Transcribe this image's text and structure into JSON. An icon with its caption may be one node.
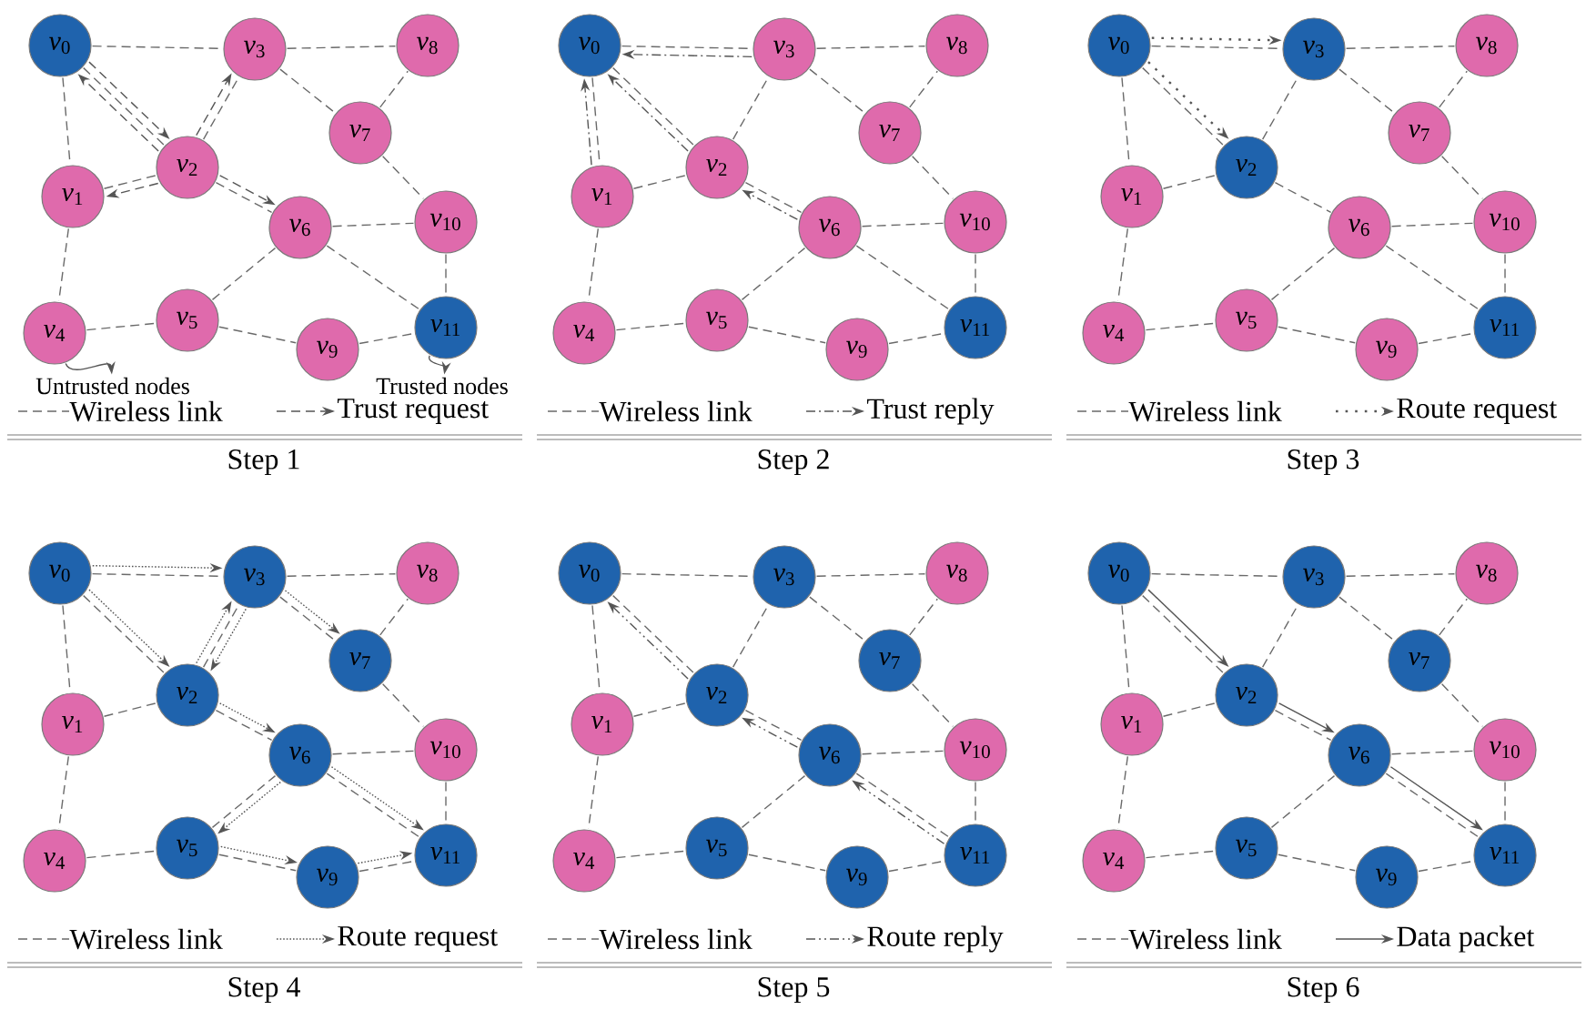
{
  "diagram": {
    "nodes": [
      {
        "text": [
          "*v*$_{0}$"
        ]
      },
      {
        "text": [
          "*v*$_{1}$"
        ]
      },
      {
        "text": [
          "*v*$_{2}$"
        ]
      },
      {
        "text": [
          "*v*$_{3}$"
        ]
      },
      {
        "text": [
          "*v*$_{4}$"
        ]
      },
      {
        "text": [
          "*v*$_{5}$"
        ]
      },
      {
        "text": [
          "*v*$_{6}$"
        ]
      },
      {
        "text": [
          "*v*$_{7}$"
        ]
      },
      {
        "text": [
          "*v*$_{8}$"
        ]
      },
      {
        "text": [
          "*v*$_{9}$"
        ]
      },
      {
        "text": [
          "*v*$_{10}$"
        ]
      },
      {
        "text": [
          "*v*$_{11}$"
        ]
      },
      {
        "text": [
          "*v*$_{0}$"
        ]
      },
      {
        "text": [
          "*v*$_{1}$"
        ]
      },
      {
        "text": [
          "*v*$_{2}$"
        ]
      },
      {
        "text": [
          "*v*$_{3}$"
        ]
      },
      {
        "text": [
          "*v*$_{4}$"
        ]
      },
      {
        "text": [
          "*v*$_{5}$"
        ]
      },
      {
        "text": [
          "*v*$_{6}$"
        ]
      },
      {
        "text": [
          "*v*$_{7}$"
        ]
      },
      {
        "text": [
          "*v*$_{8}$"
        ]
      },
      {
        "text": [
          "*v*$_{9}$"
        ]
      },
      {
        "text": [
          "*v*$_{10}$"
        ]
      },
      {
        "text": [
          "*v*$_{11}$"
        ]
      },
      {
        "text": [
          "*v*$_{0}$"
        ]
      },
      {
        "text": [
          "*v*$_{1}$"
        ]
      },
      {
        "text": [
          "*v*$_{2}$"
        ]
      },
      {
        "text": [
          "*v*$_{3}$"
        ]
      },
      {
        "text": [
          "*v*$_{4}$"
        ]
      },
      {
        "text": [
          "*v*$_{5}$"
        ]
      },
      {
        "text": [
          "*v*$_{6}$"
        ]
      },
      {
        "text": [
          "*v*$_{7}$"
        ]
      },
      {
        "text": [
          "*v*$_{8}$"
        ]
      },
      {
        "text": [
          "*v*$_{9}$"
        ]
      },
      {
        "text": [
          "*v*$_{10}$"
        ]
      },
      {
        "text": [
          "*v*$_{11}$"
        ]
      },
      {
        "text": [
          "*v*$_{0}$"
        ]
      },
      {
        "text": [
          "*v*$_{1}$"
        ]
      },
      {
        "text": [
          "*v*$_{2}$"
        ]
      },
      {
        "text": [
          "*v*$_{3}$"
        ]
      },
      {
        "text": [
          "*v*$_{4}$"
        ]
      },
      {
        "text": [
          "*v*$_{5}$"
        ]
      },
      {
        "text": [
          "*v*$_{6}$"
        ]
      },
      {
        "text": [
          "*v*$_{7}$"
        ]
      },
      {
        "text": [
          "*v*$_{8}$"
        ]
      },
      {
        "text": [
          "*v*$_{9}$"
        ]
      },
      {
        "text": [
          "*v*$_{10}$"
        ]
      },
      {
        "text": [
          "*v*$_{11}$"
        ]
      },
      {
        "text": [
          "*v*$_{0}$"
        ]
      },
      {
        "text": [
          "*v*$_{1}$"
        ]
      },
      {
        "text": [
          "*v*$_{2}$"
        ]
      },
      {
        "text": [
          "*v*$_{3}$"
        ]
      },
      {
        "text": [
          "*v*$_{4}$"
        ]
      },
      {
        "text": [
          "*v*$_{5}$"
        ]
      },
      {
        "text": [
          "*v*$_{6}$"
        ]
      },
      {
        "text": [
          "*v*$_{7}$"
        ]
      },
      {
        "text": [
          "*v*$_{8}$"
        ]
      },
      {
        "text": [
          "*v*$_{9}$"
        ]
      },
      {
        "text": [
          "*v*$_{10}$"
        ]
      },
      {
        "text": [
          "*v*$_{11}$"
        ]
      },
      {
        "text": [
          "*v*$_{0}$"
        ]
      },
      {
        "text": [
          "*v*$_{1}$"
        ]
      },
      {
        "text": [
          "*v*$_{2}$"
        ]
      },
      {
        "text": [
          "*v*$_{3}$"
        ]
      },
      {
        "text": [
          "*v*$_{4}$"
        ]
      },
      {
        "text": [
          "*v*$_{5}$"
        ]
      },
      {
        "text": [
          "*v*$_{6}$"
        ]
      },
      {
        "text": [
          "*v*$_{7}$"
        ]
      },
      {
        "text": [
          "*v*$_{8}$"
        ]
      },
      {
        "text": [
          "*v*$_{9}$"
        ]
      },
      {
        "text": [
          "*v*$_{10}$"
        ]
      },
      {
        "text": [
          "*v*$_{11}$"
        ]
      },
      {
        "text": [
          "Untrusted nodes"
        ]
      },
      {
        "text": [
          "Trusted nodes"
        ]
      }
    ],
    "edges": [
      {
        "from": 0,
        "to": 3,
        "arrow": "none",
        "style": "dashed"
      },
      {
        "from": 3,
        "to": 8,
        "arrow": "none",
        "style": "dashed"
      },
      {
        "from": 0,
        "to": 1,
        "arrow": "none",
        "style": "dashed"
      },
      {
        "from": 0,
        "to": 2,
        "arrow": "none",
        "style": "dashed"
      },
      {
        "from": 1,
        "to": 2,
        "arrow": "none",
        "style": "dashed"
      },
      {
        "from": 2,
        "to": 3,
        "arrow": "none",
        "style": "dashed"
      },
      {
        "from": 3,
        "to": 7,
        "arrow": "none",
        "style": "dashed"
      },
      {
        "from": 7,
        "to": 8,
        "arrow": "none",
        "style": "dashed"
      },
      {
        "from": 7,
        "to": 10,
        "arrow": "none",
        "style": "dashed"
      },
      {
        "from": 2,
        "to": 6,
        "arrow": "none",
        "style": "dashed"
      },
      {
        "from": 6,
        "to": 10,
        "arrow": "none",
        "style": "dashed"
      },
      {
        "from": 10,
        "to": 11,
        "arrow": "none",
        "style": "dashed"
      },
      {
        "from": 6,
        "to": 11,
        "arrow": "none",
        "style": "dashed"
      },
      {
        "from": 1,
        "to": 4,
        "arrow": "none",
        "style": "dashed"
      },
      {
        "from": 4,
        "to": 5,
        "arrow": "none",
        "style": "dashed"
      },
      {
        "from": 5,
        "to": 6,
        "arrow": "none",
        "style": "dashed"
      },
      {
        "from": 5,
        "to": 9,
        "arrow": "none",
        "style": "dashed"
      },
      {
        "from": 9,
        "to": 11,
        "arrow": "none",
        "style": "dashed"
      },
      {
        "from": 0,
        "to": 2,
        "arrow": "to",
        "style": "dashed"
      },
      {
        "from": 2,
        "to": 0,
        "arrow": "to",
        "style": "dashed"
      },
      {
        "from": 2,
        "to": 3,
        "arrow": "to",
        "style": "dashed"
      },
      {
        "from": 2,
        "to": 1,
        "arrow": "to",
        "style": "dashed"
      },
      {
        "from": 2,
        "to": 6,
        "arrow": "to",
        "style": "dashed"
      },
      {
        "from": 12,
        "to": 15,
        "arrow": "none",
        "style": "dashed"
      },
      {
        "from": 15,
        "to": 20,
        "arrow": "none",
        "style": "dashed"
      },
      {
        "from": 12,
        "to": 13,
        "arrow": "none",
        "style": "dashed"
      },
      {
        "from": 12,
        "to": 14,
        "arrow": "none",
        "style": "dashed"
      },
      {
        "from": 13,
        "to": 14,
        "arrow": "none",
        "style": "dashed"
      },
      {
        "from": 14,
        "to": 15,
        "arrow": "none",
        "style": "dashed"
      },
      {
        "from": 15,
        "to": 19,
        "arrow": "none",
        "style": "dashed"
      },
      {
        "from": 19,
        "to": 20,
        "arrow": "none",
        "style": "dashed"
      },
      {
        "from": 19,
        "to": 22,
        "arrow": "none",
        "style": "dashed"
      },
      {
        "from": 14,
        "to": 18,
        "arrow": "none",
        "style": "dashed"
      },
      {
        "from": 18,
        "to": 22,
        "arrow": "none",
        "style": "dashed"
      },
      {
        "from": 22,
        "to": 23,
        "arrow": "none",
        "style": "dashed"
      },
      {
        "from": 18,
        "to": 23,
        "arrow": "none",
        "style": "dashed"
      },
      {
        "from": 13,
        "to": 16,
        "arrow": "none",
        "style": "dashed"
      },
      {
        "from": 16,
        "to": 17,
        "arrow": "none",
        "style": "dashed"
      },
      {
        "from": 17,
        "to": 18,
        "arrow": "none",
        "style": "dashed"
      },
      {
        "from": 17,
        "to": 21,
        "arrow": "none",
        "style": "dashed"
      },
      {
        "from": 21,
        "to": 23,
        "arrow": "none",
        "style": "dashed"
      },
      {
        "from": 15,
        "to": 12,
        "arrow": "to",
        "style": "dashed"
      },
      {
        "from": 14,
        "to": 12,
        "arrow": "to",
        "style": "dashed"
      },
      {
        "from": 13,
        "to": 12,
        "arrow": "to",
        "style": "dashed"
      },
      {
        "from": 18,
        "to": 14,
        "arrow": "to",
        "style": "dashed"
      },
      {
        "from": 24,
        "to": 27,
        "arrow": "none",
        "style": "dashed"
      },
      {
        "from": 27,
        "to": 32,
        "arrow": "none",
        "style": "dashed"
      },
      {
        "from": 24,
        "to": 25,
        "arrow": "none",
        "style": "dashed"
      },
      {
        "from": 24,
        "to": 26,
        "arrow": "none",
        "style": "dashed"
      },
      {
        "from": 25,
        "to": 26,
        "arrow": "none",
        "style": "dashed"
      },
      {
        "from": 26,
        "to": 27,
        "arrow": "none",
        "style": "dashed"
      },
      {
        "from": 27,
        "to": 31,
        "arrow": "none",
        "style": "dashed"
      },
      {
        "from": 31,
        "to": 32,
        "arrow": "none",
        "style": "dashed"
      },
      {
        "from": 31,
        "to": 34,
        "arrow": "none",
        "style": "dashed"
      },
      {
        "from": 26,
        "to": 30,
        "arrow": "none",
        "style": "dashed"
      },
      {
        "from": 30,
        "to": 34,
        "arrow": "none",
        "style": "dashed"
      },
      {
        "from": 34,
        "to": 35,
        "arrow": "none",
        "style": "dashed"
      },
      {
        "from": 30,
        "to": 35,
        "arrow": "none",
        "style": "dashed"
      },
      {
        "from": 25,
        "to": 28,
        "arrow": "none",
        "style": "dashed"
      },
      {
        "from": 28,
        "to": 29,
        "arrow": "none",
        "style": "dashed"
      },
      {
        "from": 29,
        "to": 30,
        "arrow": "none",
        "style": "dashed"
      },
      {
        "from": 29,
        "to": 33,
        "arrow": "none",
        "style": "dashed"
      },
      {
        "from": 33,
        "to": 35,
        "arrow": "none",
        "style": "dashed"
      },
      {
        "from": 24,
        "to": 27,
        "arrow": "to",
        "style": "dashed"
      },
      {
        "from": 24,
        "to": 26,
        "arrow": "to",
        "style": "dashed"
      },
      {
        "from": 36,
        "to": 39,
        "arrow": "none",
        "style": "dashed"
      },
      {
        "from": 39,
        "to": 44,
        "arrow": "none",
        "style": "dashed"
      },
      {
        "from": 36,
        "to": 37,
        "arrow": "none",
        "style": "dashed"
      },
      {
        "from": 36,
        "to": 38,
        "arrow": "none",
        "style": "dashed"
      },
      {
        "from": 37,
        "to": 38,
        "arrow": "none",
        "style": "dashed"
      },
      {
        "from": 38,
        "to": 39,
        "arrow": "none",
        "style": "dashed"
      },
      {
        "from": 39,
        "to": 43,
        "arrow": "none",
        "style": "dashed"
      },
      {
        "from": 43,
        "to": 44,
        "arrow": "none",
        "style": "dashed"
      },
      {
        "from": 43,
        "to": 46,
        "arrow": "none",
        "style": "dashed"
      },
      {
        "from": 38,
        "to": 42,
        "arrow": "none",
        "style": "dashed"
      },
      {
        "from": 42,
        "to": 46,
        "arrow": "none",
        "style": "dashed"
      },
      {
        "from": 46,
        "to": 47,
        "arrow": "none",
        "style": "dashed"
      },
      {
        "from": 42,
        "to": 47,
        "arrow": "none",
        "style": "dashed"
      },
      {
        "from": 37,
        "to": 40,
        "arrow": "none",
        "style": "dashed"
      },
      {
        "from": 40,
        "to": 41,
        "arrow": "none",
        "style": "dashed"
      },
      {
        "from": 41,
        "to": 42,
        "arrow": "none",
        "style": "dashed"
      },
      {
        "from": 41,
        "to": 45,
        "arrow": "none",
        "style": "dashed"
      },
      {
        "from": 45,
        "to": 47,
        "arrow": "none",
        "style": "dashed"
      },
      {
        "from": 36,
        "to": 39,
        "arrow": "to",
        "style": "dashed"
      },
      {
        "from": 36,
        "to": 38,
        "arrow": "to",
        "style": "dashed"
      },
      {
        "from": 38,
        "to": 39,
        "arrow": "to",
        "style": "dashed"
      },
      {
        "from": 39,
        "to": 38,
        "arrow": "to",
        "style": "dashed"
      },
      {
        "from": 39,
        "to": 43,
        "arrow": "to",
        "style": "dashed"
      },
      {
        "from": 38,
        "to": 42,
        "arrow": "to",
        "style": "dashed"
      },
      {
        "from": 42,
        "to": 41,
        "arrow": "to",
        "style": "dashed"
      },
      {
        "from": 42,
        "to": 47,
        "arrow": "to",
        "style": "dashed"
      },
      {
        "from": 41,
        "to": 45,
        "arrow": "to",
        "style": "dashed"
      },
      {
        "from": 45,
        "to": 47,
        "arrow": "to",
        "style": "dashed"
      },
      {
        "from": 48,
        "to": 51,
        "arrow": "none",
        "style": "dashed"
      },
      {
        "from": 51,
        "to": 56,
        "arrow": "none",
        "style": "dashed"
      },
      {
        "from": 48,
        "to": 49,
        "arrow": "none",
        "style": "dashed"
      },
      {
        "from": 48,
        "to": 50,
        "arrow": "none",
        "style": "dashed"
      },
      {
        "from": 49,
        "to": 50,
        "arrow": "none",
        "style": "dashed"
      },
      {
        "from": 50,
        "to": 51,
        "arrow": "none",
        "style": "dashed"
      },
      {
        "from": 51,
        "to": 55,
        "arrow": "none",
        "style": "dashed"
      },
      {
        "from": 55,
        "to": 56,
        "arrow": "none",
        "style": "dashed"
      },
      {
        "from": 55,
        "to": 58,
        "arrow": "none",
        "style": "dashed"
      },
      {
        "from": 50,
        "to": 54,
        "arrow": "none",
        "style": "dashed"
      },
      {
        "from": 54,
        "to": 58,
        "arrow": "none",
        "style": "dashed"
      },
      {
        "from": 58,
        "to": 59,
        "arrow": "none",
        "style": "dashed"
      },
      {
        "from": 54,
        "to": 59,
        "arrow": "none",
        "style": "dashed"
      },
      {
        "from": 49,
        "to": 52,
        "arrow": "none",
        "style": "dashed"
      },
      {
        "from": 52,
        "to": 53,
        "arrow": "none",
        "style": "dashed"
      },
      {
        "from": 53,
        "to": 54,
        "arrow": "none",
        "style": "dashed"
      },
      {
        "from": 53,
        "to": 57,
        "arrow": "none",
        "style": "dashed"
      },
      {
        "from": 57,
        "to": 59,
        "arrow": "none",
        "style": "dashed"
      },
      {
        "from": 50,
        "to": 48,
        "arrow": "to",
        "style": "dashed"
      },
      {
        "from": 54,
        "to": 50,
        "arrow": "to",
        "style": "dashed"
      },
      {
        "from": 59,
        "to": 54,
        "arrow": "to",
        "style": "dashed"
      },
      {
        "from": 60,
        "to": 63,
        "arrow": "none",
        "style": "dashed"
      },
      {
        "from": 63,
        "to": 68,
        "arrow": "none",
        "style": "dashed"
      },
      {
        "from": 60,
        "to": 61,
        "arrow": "none",
        "style": "dashed"
      },
      {
        "from": 60,
        "to": 62,
        "arrow": "none",
        "style": "dashed"
      },
      {
        "from": 61,
        "to": 62,
        "arrow": "none",
        "style": "dashed"
      },
      {
        "from": 62,
        "to": 63,
        "arrow": "none",
        "style": "dashed"
      },
      {
        "from": 63,
        "to": 67,
        "arrow": "none",
        "style": "dashed"
      },
      {
        "from": 67,
        "to": 68,
        "arrow": "none",
        "style": "dashed"
      },
      {
        "from": 67,
        "to": 70,
        "arrow": "none",
        "style": "dashed"
      },
      {
        "from": 62,
        "to": 66,
        "arrow": "none",
        "style": "dashed"
      },
      {
        "from": 66,
        "to": 70,
        "arrow": "none",
        "style": "dashed"
      },
      {
        "from": 70,
        "to": 71,
        "arrow": "none",
        "style": "dashed"
      },
      {
        "from": 66,
        "to": 71,
        "arrow": "none",
        "style": "dashed"
      },
      {
        "from": 61,
        "to": 64,
        "arrow": "none",
        "style": "dashed"
      },
      {
        "from": 64,
        "to": 65,
        "arrow": "none",
        "style": "dashed"
      },
      {
        "from": 65,
        "to": 66,
        "arrow": "none",
        "style": "dashed"
      },
      {
        "from": 65,
        "to": 69,
        "arrow": "none",
        "style": "dashed"
      },
      {
        "from": 69,
        "to": 71,
        "arrow": "none",
        "style": "dashed"
      },
      {
        "from": 60,
        "to": 62,
        "arrow": "to"
      },
      {
        "from": 62,
        "to": 66,
        "arrow": "to"
      },
      {
        "from": 66,
        "to": 71,
        "arrow": "to"
      },
      {
        "from": 4,
        "to": 72,
        "arrow": "to"
      },
      {
        "from": 11,
        "to": 73,
        "arrow": "to"
      }
    ],
    "labels": [
      "Step 1",
      "Step 2",
      "Step 3",
      "Step 4",
      "Step 5",
      "Step 6"
    ],
    "legend": [
      {
        "text": "Wireless link"
      },
      {
        "text": "Trust request"
      },
      {
        "text": "Wireless link"
      },
      {
        "text": "Trust reply"
      },
      {
        "text": "Wireless link"
      },
      {
        "text": "Route request"
      },
      {
        "text": "Wireless link"
      },
      {
        "text": "Route request"
      },
      {
        "text": "Wireless link"
      },
      {
        "text": "Route reply"
      },
      {
        "text": "Wireless link"
      },
      {
        "text": "Data packet"
      }
    ]
  }
}
